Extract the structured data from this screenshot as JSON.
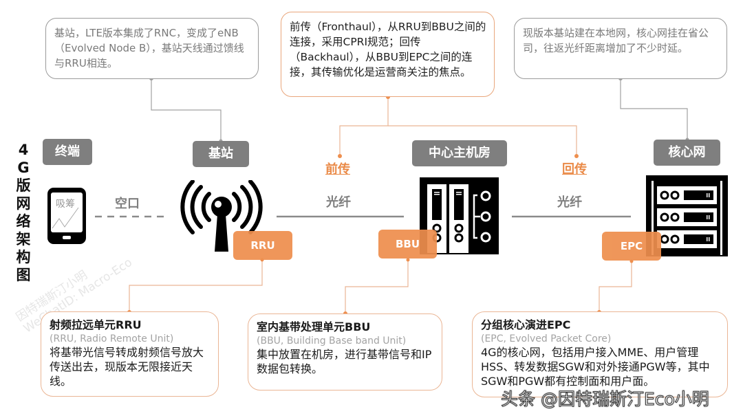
{
  "diagram": {
    "title_vertical": [
      "4",
      "G",
      "版",
      "网",
      "络",
      "架",
      "构",
      "图"
    ],
    "nodes": [
      {
        "id": "terminal",
        "label": "终端"
      },
      {
        "id": "base_station",
        "label": "基站"
      },
      {
        "id": "central_room",
        "label": "中心主机房"
      },
      {
        "id": "core_network",
        "label": "核心网"
      }
    ],
    "unit_tags": {
      "rru": "RRU",
      "bbu": "BBU",
      "epc": "EPC"
    },
    "links": {
      "air_interface": "空口",
      "fiber_1": "光纤",
      "fiber_2": "光纤",
      "fronthaul": "前传",
      "backhaul": "回传"
    },
    "phone_screen_text": "吸筹",
    "notes": {
      "base_station": "基站，LTE版本集成了RNC，变成了eNB（Evolved Node B），基站天线通过馈线与RRU相连。",
      "transport": "前传（Fronthaul），从RRU到BBU之间的连接，采用CPRI规范；回传（Backhaul），从BBU到EPC之间的连接，其传输优化是运营商关注的焦点。",
      "core": "现版本基站建在本地网，核心网挂在省公司，往返光纤距离增加了不少时延。"
    },
    "descriptions": {
      "rru": {
        "title": "射频拉远单元RRU",
        "subtitle": "(RRU, Radio Remote Unit)",
        "body": "将基带光信号转成射频信号放大传送出去，现版本无限接近天线。"
      },
      "bbu": {
        "title": "室内基带处理单元BBU",
        "subtitle": "(BBU, Building Base band Unit)",
        "body": "集中放置在机房，进行基带信号和IP数据包转换。"
      },
      "epc": {
        "title": "分组核心演进EPC",
        "subtitle": "(EPC, Evolved Packet Core)",
        "body": "4G的核心网，包括用户接入MME、用户管理HSS、转发数据SGW和对外接通PGW等，其中SGW和PGW都有控制面和用户面。"
      }
    },
    "watermark": [
      "因特瑞斯汀小明",
      "WeChatID: Macro-Eco"
    ],
    "footer_watermark": "头条 @因特瑞斯汀Eco小明",
    "colors": {
      "orange": "#ee8f4e",
      "gray_tag": "#7f7f7f",
      "icon": "#000000"
    }
  }
}
